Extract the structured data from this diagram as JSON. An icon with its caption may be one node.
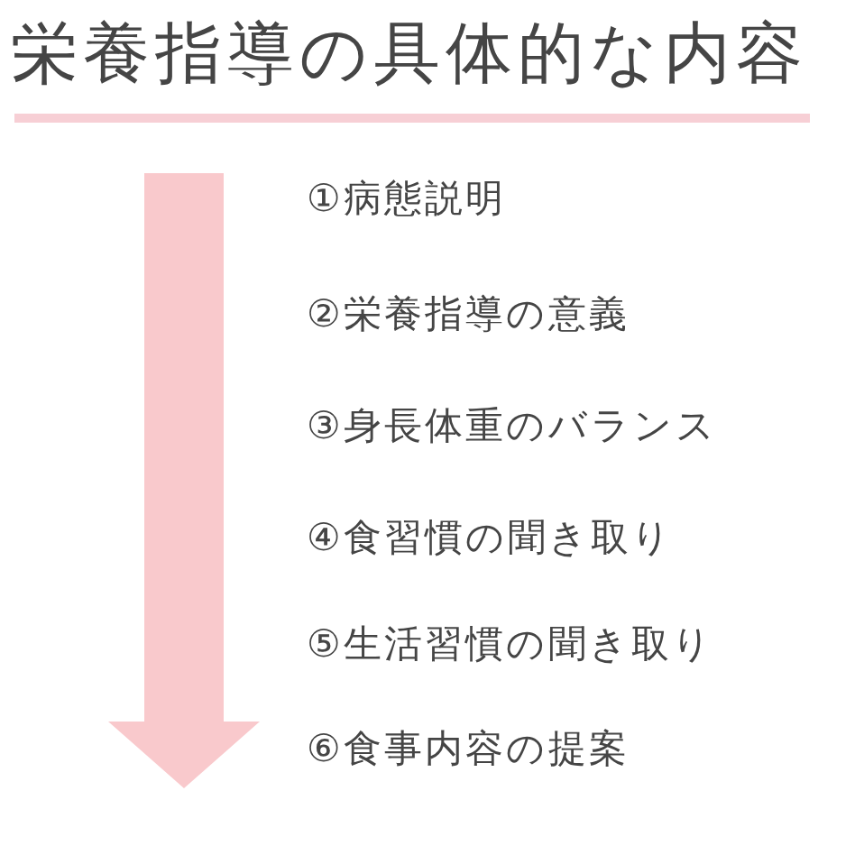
{
  "diagram": {
    "title": "栄養指導の具体的な内容",
    "labels": [
      "①病態説明",
      "②栄養指導の意義",
      "③身長体重のバランス",
      "④食習慣の聞き取り",
      "⑤生活習慣の聞き取り",
      "⑥食事内容の提案"
    ]
  }
}
